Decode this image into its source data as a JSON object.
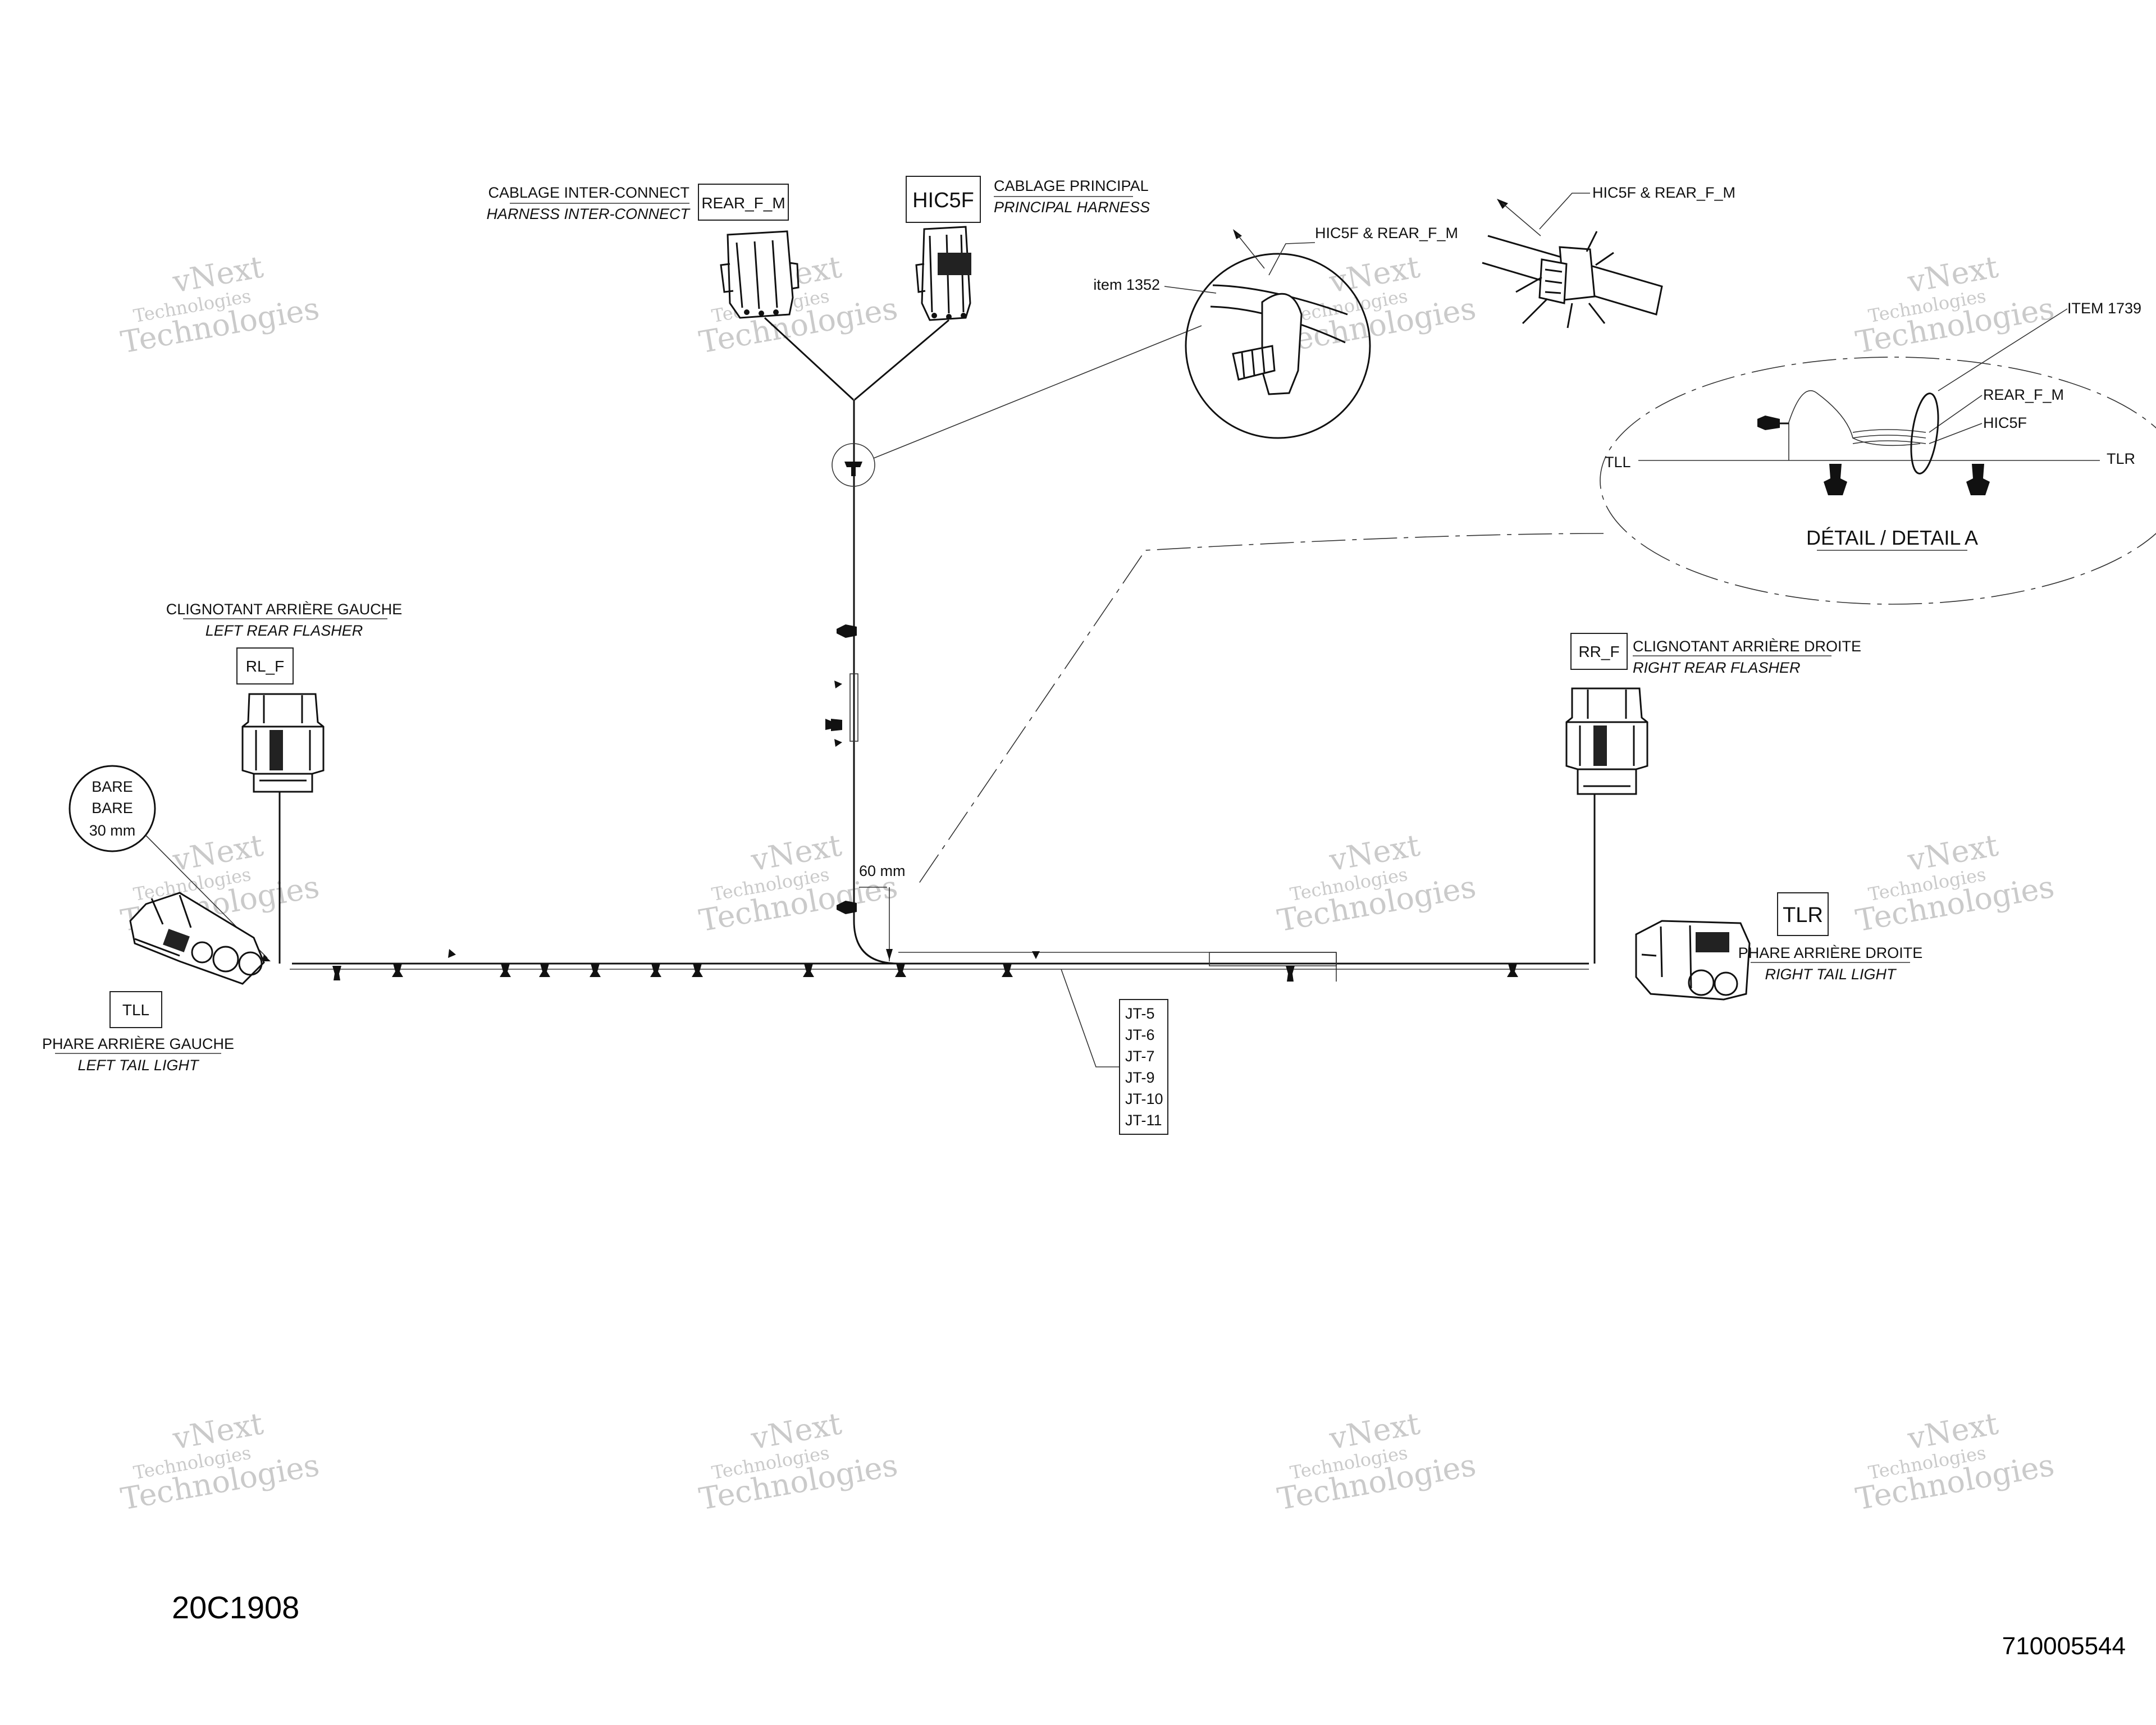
{
  "labels": {
    "cablage_inter_connect": "CABLAGE INTER-CONNECT",
    "harness_inter_connect": "HARNESS INTER-CONNECT",
    "rear_f_m_box": "REAR_F_M",
    "hic5f_box": "HIC5F",
    "cablage_principal": "CABLAGE PRINCIPAL",
    "principal_harness": "PRINCIPAL HARNESS",
    "item_1352": "item 1352",
    "hic5f_rear_f_m_1": "HIC5F & REAR_F_M",
    "hic5f_rear_f_m_2": "HIC5F & REAR_F_M",
    "item_1739": "ITEM 1739",
    "detail_rear_f_m": "REAR_F_M",
    "detail_hic5f": "HIC5F",
    "detail_tll": "TLL",
    "detail_tlr": "TLR",
    "detail_title": "DÉTAIL / DETAIL A",
    "clignotant_gauche": "CLIGNOTANT ARRIÈRE GAUCHE",
    "left_rear_flasher": "LEFT REAR FLASHER",
    "rl_f_box": "RL_F",
    "bare_1": "BARE",
    "bare_2": "BARE",
    "bare_3": "30 mm",
    "tll_box": "TLL",
    "phare_gauche": "PHARE ARRIÈRE GAUCHE",
    "left_tail_light": "LEFT TAIL LIGHT",
    "rr_f_box": "RR_F",
    "clignotant_droite": "CLIGNOTANT ARRIÈRE DROITE",
    "right_rear_flasher": "RIGHT REAR FLASHER",
    "tlr_box": "TLR",
    "phare_droite": "PHARE ARRIÈRE DROITE",
    "right_tail_light": "RIGHT TAIL LIGHT",
    "dim_60": "60 mm",
    "jt": [
      "JT-5",
      "JT-6",
      "JT-7",
      "JT-9",
      "JT-10",
      "JT-11"
    ]
  },
  "watermark": {
    "line1": "vNext",
    "line2": "Technologies"
  },
  "footer": {
    "diagram_code": "20C1908",
    "part_number": "710005544"
  }
}
